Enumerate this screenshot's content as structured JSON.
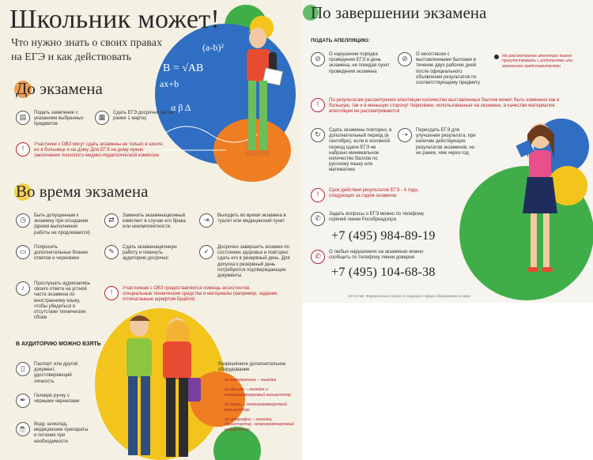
{
  "left": {
    "title": "Школьник может!",
    "subtitle": "Что нужно знать о своих правах на ЕГЭ и как действовать",
    "sections": {
      "before": "До экзамена",
      "during": "Во время экзамена"
    },
    "before_items": [
      {
        "icon": "document-icon",
        "text": "Подать заявление с указанием выбранных предметов"
      },
      {
        "icon": "calendar-icon",
        "text": "Сдать ЕГЭ досрочно (но не ранее 1 марта)"
      }
    ],
    "before_note": "Участники с ОВЗ могут сдать экзамены не только в школе, но в больнице и на дому. Для ЕГЭ на дому нужно заключение психолого-медико-педагогической комиссии",
    "during_items": [
      {
        "icon": "clock-icon",
        "text": "Быть допущенным к экзамену при опоздании (время выполнения работы не продлевается)"
      },
      {
        "icon": "swap-icon",
        "text": "Заменить экзаменационный комплект в случае его брака или некомплектности"
      },
      {
        "icon": "exit-icon",
        "text": "Выходить во время экзамена в туалет или медицинский пункт"
      },
      {
        "icon": "paper-icon",
        "text": "Попросить дополнительные бланки ответов и черновики"
      },
      {
        "icon": "handover-icon",
        "text": "Сдать экзаменационную работу и покинуть аудиторию досрочно"
      },
      {
        "icon": "finish-icon",
        "text": "Досрочно завершить экзамен по состоянию здоровья и повторно сдать его в резервный день. Для допуска к резервный день потребуются подтверждающие документы"
      },
      {
        "icon": "speaker-icon",
        "text": "Прослушать аудиозапись своего ответа на устной части экзамена по иностранному языку, чтобы убедиться в отсутствии технических сбоев"
      }
    ],
    "during_note": "Участникам с ОВЗ предоставляется помощь ассистентов, специальные технические средства и материалы (например, задания, отпечатанные шрифтом Брайля)",
    "audience_header": "В АУДИТОРИЮ МОЖНО ВЗЯТЬ",
    "audience_items": [
      {
        "icon": "passport-icon",
        "text": "Паспорт или другой документ, удостоверяющий личность"
      },
      {
        "icon": "pen-icon",
        "text": "Гелевую ручку с чёрными чернилами"
      },
      {
        "icon": "food-icon",
        "text": "Воду, шоколад, медицинские препараты и питание при необходимости"
      }
    ],
    "equipment_header": "Разрешённое дополнительное оборудование",
    "equipment_items": [
      "по математике – линейка",
      "по физике – линейка и непрограммируемый калькулятор",
      "по химии – непрограммируемый калькулятор",
      "по географии – линейка, транспортир, непрограммируемый калькулятор"
    ]
  },
  "right": {
    "title": "По завершении экзамена",
    "appeal_header": "ПОДАТЬ АПЕЛЛЯЦИЮ:",
    "appeal_items": [
      {
        "icon": "no-icon",
        "text": "О нарушении порядка проведения ЕГЭ в день экзамена, не покидая пункт проведения экзамена"
      },
      {
        "icon": "no-icon",
        "text": "О несогласии с выставленными баллами в течение двух рабочих дней после официального объявления результатов по соответствующему предмету"
      },
      {
        "icon": "dot-icon",
        "text": "На рассмотрение апелляции можно присутствовать с родителями или законными представителями"
      }
    ],
    "appeal_note": "По результатам рассмотрения апелляции количество выставленных баллов может быть изменено как в большую, так и в меньшую сторону! Черновики, использованные на экзамене, в качестве материалов апелляции не рассматриваются",
    "retake_items": [
      {
        "icon": "retry-icon",
        "text": "Сдать экзамены повторно, в дополнительный период (в сентябре), если в основной период сдачи ЕГЭ не набрано минимальное количество баллов по русскому языку или математике"
      },
      {
        "icon": "forward-icon",
        "text": "Пересдать ЕГЭ для улучшения результата, при наличии действующих результатов экзаменов, но не ранее, чем через год"
      }
    ],
    "validity_note": "Срок действия результатов ЕГЭ - 4 года, следующих за годом экзамена",
    "hotline_text": "Задать вопросы о ЕГЭ можно по телефону горячей линии Рособрнадзора",
    "hotline_phone": "+7 (495) 984-89-19",
    "trust_text": "О любых нарушениях на экзаменах можно сообщить по телефону линии доверия",
    "trust_phone": "+7 (495) 104-68-38",
    "source": "Источник: Федеральная служба по надзору в сфере образования и науки"
  },
  "colors": {
    "accent_red": "#b8232f",
    "green": "#3fae49",
    "blue": "#2f6ec2",
    "yellow": "#f3c41c",
    "orange": "#ef7d22"
  }
}
